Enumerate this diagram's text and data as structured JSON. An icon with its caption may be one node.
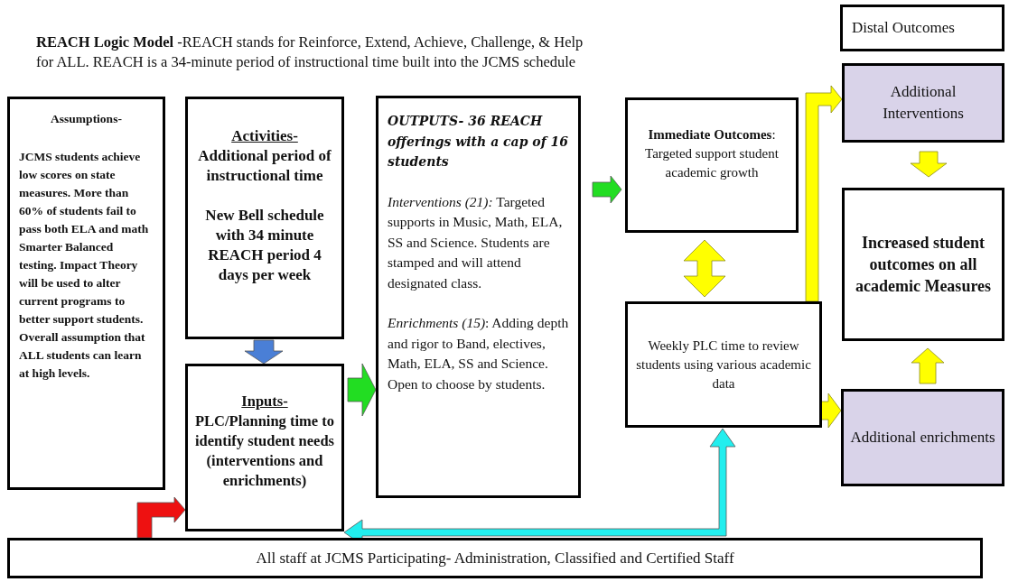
{
  "diagram": {
    "title": "**REACH Logic Model** -REACH stands for Reinforce, Extend, Achieve, Challenge, & Help for ALL. REACH is a 34-minute period of instructional time built into the JCMS schedule",
    "nodes": [
      {
        "text": [
          "Assumptions-",
          "JCMS students achieve low scores on state measures. More than 60% of students fail to pass both ELA and math Smarter Balanced testing. Impact Theory will be used to alter current programs to better support students. Overall assumption that ALL students can learn at high levels."
        ]
      },
      {
        "text": [
          "Activities-",
          "Additional period of instructional time",
          "New Bell schedule with 34 minute REACH period 4 days per week"
        ]
      },
      {
        "text": [
          "Inputs-",
          "PLC/Planning time to identify student needs (interventions and enrichments)"
        ]
      },
      {
        "text": [
          "OUTPUTS- 36 REACH offerings with a cap of 16 students",
          "*Interventions (21):* Targeted supports in Music, Math, ELA, SS and Science. Students are stamped and will attend designated class.",
          "*Enrichments (15)*: Adding depth and rigor to Band, electives, Math, ELA, SS and Science. Open to choose by students."
        ]
      },
      {
        "text": [
          "**Immediate Outcomes**: Targeted support student academic growth"
        ]
      },
      {
        "text": [
          "Weekly PLC time to review students using various academic data"
        ]
      },
      {
        "text": [
          "Distal Outcomes"
        ]
      },
      {
        "text": [
          "Additional Interventions"
        ]
      },
      {
        "text": [
          "Increased student outcomes on all academic Measures"
        ]
      },
      {
        "text": [
          "Additional enrichments"
        ]
      },
      {
        "text": [
          "All staff at JCMS Participating- Administration, Classified and Certified Staff"
        ]
      }
    ],
    "edges": [
      {
        "from": 1,
        "to": 2,
        "arrow": "to",
        "color": "#4a7fd6"
      },
      {
        "from": 2,
        "to": 3,
        "arrow": "to",
        "color": "#22dd22"
      },
      {
        "from": 3,
        "to": 4,
        "arrow": "to",
        "color": "#22dd22"
      },
      {
        "from": 4,
        "to": 5,
        "arrow": "both"
      },
      {
        "from": 5,
        "to": 7,
        "arrow": "to"
      },
      {
        "from": 5,
        "to": 9,
        "arrow": "to"
      },
      {
        "from": 7,
        "to": 8,
        "arrow": "to"
      },
      {
        "from": 9,
        "to": 8,
        "arrow": "to"
      },
      {
        "from": 10,
        "to": 2,
        "arrow": "to",
        "color": "#ee1111"
      },
      {
        "from": 2,
        "to": 5,
        "arrow": "both",
        "color": "#22eeee"
      }
    ]
  }
}
